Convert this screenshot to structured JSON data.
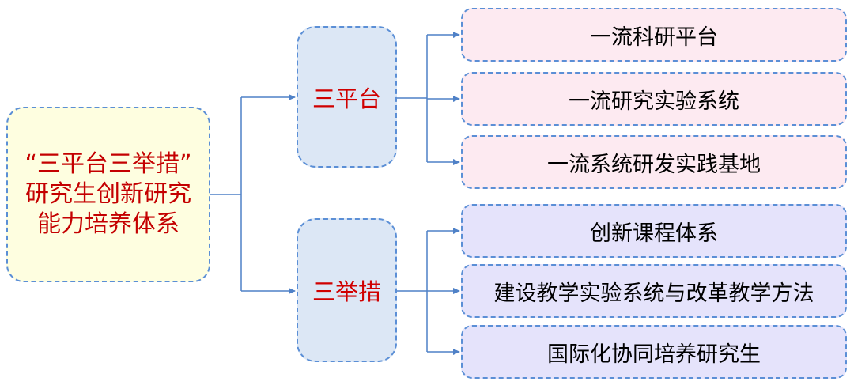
{
  "root": {
    "lines": [
      "“三平台三举措”",
      "研究生创新研究",
      "能力培养体系"
    ]
  },
  "groups": [
    {
      "label": "三平台",
      "items": [
        "一流科研平台",
        "一流研究实验系统",
        "一流系统研发实践基地"
      ]
    },
    {
      "label": "三举措",
      "items": [
        "创新课程体系",
        "建设教学实验系统与改革教学方法",
        "国际化协同培养研究生"
      ]
    }
  ],
  "colors": {
    "border": "#5b8fd6",
    "connector": "#4f81c7",
    "root_fill": "#fefee0",
    "root_text": "#c40000",
    "mid_fill": "#dce7f5",
    "mid_text": "#d00000",
    "leaf_pink": "#fdeaf1",
    "leaf_purple": "#e5e3fb"
  }
}
